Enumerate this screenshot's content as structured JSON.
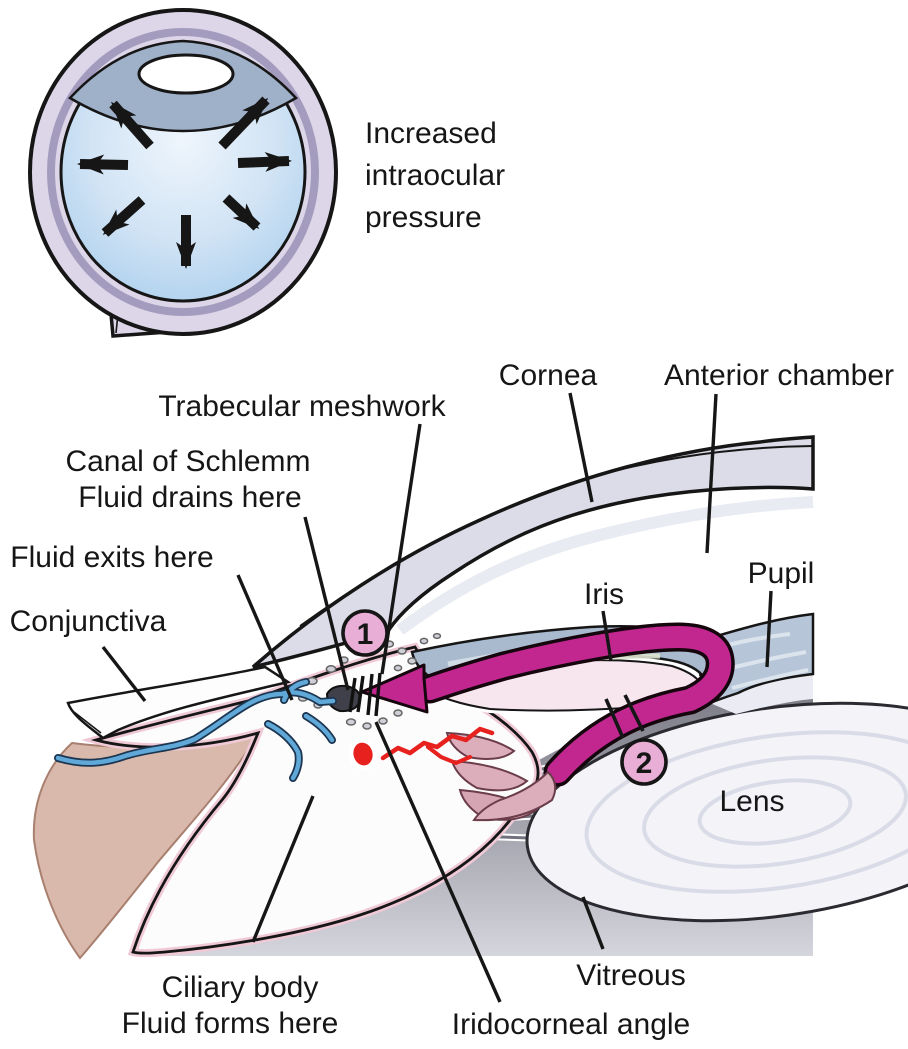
{
  "figure": {
    "caption": {
      "line1": "Increased",
      "line2": "intraocular",
      "line3": "pressure"
    },
    "labels": {
      "trabecular": "Trabecular meshwork",
      "cornea": "Cornea",
      "anterior_chamber": "Anterior chamber",
      "canal_line1": "Canal of Schlemm",
      "canal_line2": "Fluid drains here",
      "fluid_exits": "Fluid exits here",
      "conjunctiva": "Conjunctiva",
      "iris": "Iris",
      "pupil": "Pupil",
      "lens": "Lens",
      "vitreous": "Vitreous",
      "iridocorneal": "Iridocorneal angle",
      "ciliary_line1": "Ciliary body",
      "ciliary_line2": "Fluid forms here"
    },
    "flow_steps": {
      "step1": "1",
      "step2": "2"
    },
    "colors": {
      "flow_magenta": "#c22790",
      "badge_pink": "#e9aed6",
      "vessel_blue": "#5fa8d8",
      "blood_red": "#e7211d",
      "sclera_lavender": "#dcd6e8",
      "iris_bluegray": "#a9bacf",
      "cornea_gray": "#dcdce8"
    }
  }
}
